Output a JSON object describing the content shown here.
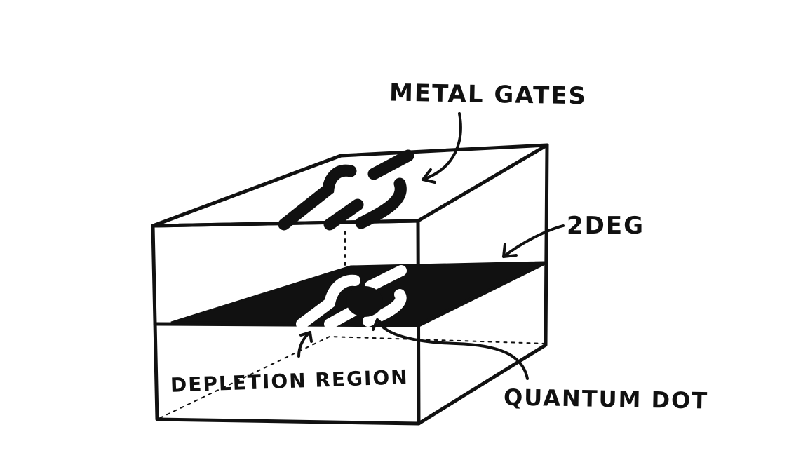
{
  "labels": {
    "metal_gates": "METAL GATES",
    "two_deg": "2DEG",
    "depletion_region": "DEPLETION REGION",
    "quantum_dot": "QUANTUM DOT"
  },
  "colors": {
    "ink": "#111111",
    "paper": "#ffffff"
  }
}
